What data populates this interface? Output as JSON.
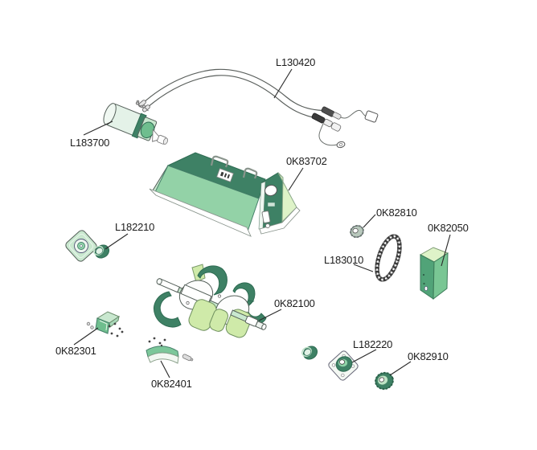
{
  "diagram": {
    "type": "exploded-parts-diagram",
    "description": "Tiller attachment exploded parts view with labeled part numbers",
    "background": "#ffffff",
    "colors": {
      "dark_green": "#3E8165",
      "deep_green": "#2E6B52",
      "mid_green": "#6FBE8E",
      "light_green": "#93D2A7",
      "pale_green": "#DEF3C8",
      "mint": "#E4F2E8",
      "part_light": "#C9E8CF",
      "blade_light": "#CFEAA9",
      "gray_part": "#B9C9BD",
      "chain_dark": "#3C3C3C",
      "outline": "#55605A",
      "line_dark": "#2B2B2B",
      "label_text": "#1C1C1C"
    },
    "parts": [
      {
        "id": "L130420",
        "name": "control-cable-assembly"
      },
      {
        "id": "L183700",
        "name": "clutch-actuator-motor"
      },
      {
        "id": "0K83702",
        "name": "tiller-hood-housing"
      },
      {
        "id": "L182210",
        "name": "left-bearing-and-flange"
      },
      {
        "id": "0K82810",
        "name": "small-sprocket"
      },
      {
        "id": "0K82050",
        "name": "chain-case-cover"
      },
      {
        "id": "L183010",
        "name": "drive-chain"
      },
      {
        "id": "0K82100",
        "name": "tine-rotor-shaft-assembly"
      },
      {
        "id": "0K82301",
        "name": "mounting-bracket"
      },
      {
        "id": "0K82401",
        "name": "skid-wear-plate"
      },
      {
        "id": "L182220",
        "name": "right-flange-bearing"
      },
      {
        "id": "0K82910",
        "name": "drive-sprocket-hub"
      }
    ]
  }
}
